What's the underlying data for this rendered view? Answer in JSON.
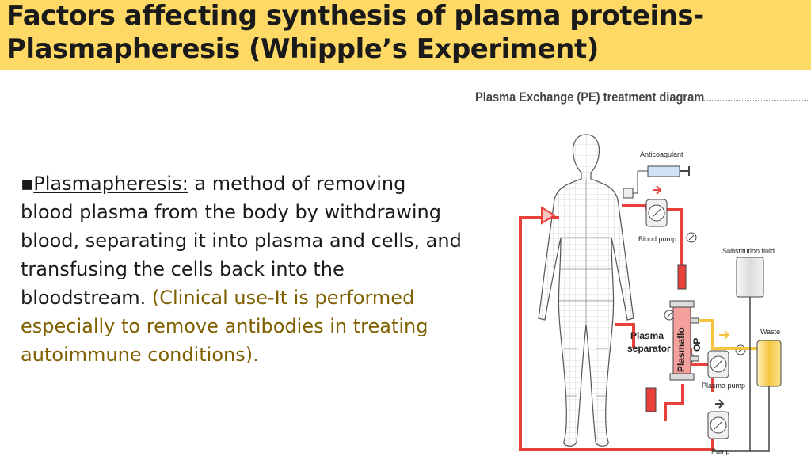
{
  "title": {
    "line1": "Factors affecting synthesis of plasma proteins-",
    "line2": "Plasmapheresis (Whipple’s Experiment)"
  },
  "content": {
    "bullet": "▪",
    "term": "Plasmapheresis:",
    "definition": " a method of removing blood plasma from the body by withdrawing blood, separating it into plasma and cells, and transfusing the cells back into the bloodstream.",
    "clinical": "(Clinical use-It is performed especially to remove antibodies in treating autoimmune conditions)."
  },
  "diagram": {
    "title": "Plasma Exchange (PE) treatment diagram",
    "labels": {
      "anticoagulant": "Anticoagulant",
      "blood_pump": "Blood pump",
      "substitution_fluid": "Substitution fluid",
      "waste": "Waste",
      "plasma_separator_1": "Plasma",
      "plasma_separator_2": "separator",
      "plasmaflo_1": "Plasmaflo",
      "plasmaflo_2": "OP",
      "plasma_pump": "Plasma pump",
      "pump": "Pump"
    },
    "colors": {
      "tubing": "#e8413c",
      "title_bg": "#ffd966",
      "clinical_text": "#7f6000",
      "waste_fluid": "#f5c542"
    }
  }
}
